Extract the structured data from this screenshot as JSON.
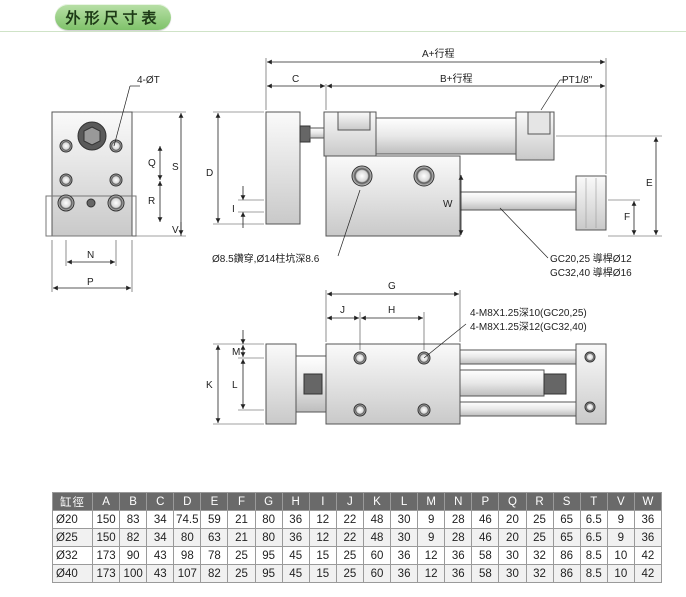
{
  "title": "外形尺寸表",
  "labels": {
    "a_stroke": "A+行程",
    "b_stroke": "B+行程",
    "c": "C",
    "pt": "PT1/8\"",
    "t": "4-ØT",
    "d": "D",
    "e": "E",
    "f": "F",
    "i": "I",
    "w": "W",
    "q": "Q",
    "r": "R",
    "s": "S",
    "v": "V",
    "n": "N",
    "p": "P",
    "g": "G",
    "j": "J",
    "h": "H",
    "k": "K",
    "l": "L",
    "m": "M",
    "hole_note": "Ø8.5鑽穿,Ø14柱坑深8.6",
    "rod_note_1": "GC20,25 導桿Ø12",
    "rod_note_2": "GC32,40 導桿Ø16",
    "thread_note_1": "4-M8X1.25深10(GC20,25)",
    "thread_note_2": "4-M8X1.25深12(GC32,40)"
  },
  "table": {
    "headers": [
      "缸徑",
      "A",
      "B",
      "C",
      "D",
      "E",
      "F",
      "G",
      "H",
      "I",
      "J",
      "K",
      "L",
      "M",
      "N",
      "P",
      "Q",
      "R",
      "S",
      "T",
      "V",
      "W"
    ],
    "rows": [
      [
        "Ø20",
        "150",
        "83",
        "34",
        "74.5",
        "59",
        "21",
        "80",
        "36",
        "12",
        "22",
        "48",
        "30",
        "9",
        "28",
        "46",
        "20",
        "25",
        "65",
        "6.5",
        "9",
        "36"
      ],
      [
        "Ø25",
        "150",
        "82",
        "34",
        "80",
        "63",
        "21",
        "80",
        "36",
        "12",
        "22",
        "48",
        "30",
        "9",
        "28",
        "46",
        "20",
        "25",
        "65",
        "6.5",
        "9",
        "36"
      ],
      [
        "Ø32",
        "173",
        "90",
        "43",
        "98",
        "78",
        "25",
        "95",
        "45",
        "15",
        "25",
        "60",
        "36",
        "12",
        "36",
        "58",
        "30",
        "32",
        "86",
        "8.5",
        "10",
        "42"
      ],
      [
        "Ø40",
        "173",
        "100",
        "43",
        "107",
        "82",
        "25",
        "95",
        "45",
        "15",
        "25",
        "60",
        "36",
        "12",
        "36",
        "58",
        "30",
        "32",
        "86",
        "8.5",
        "10",
        "42"
      ]
    ]
  }
}
